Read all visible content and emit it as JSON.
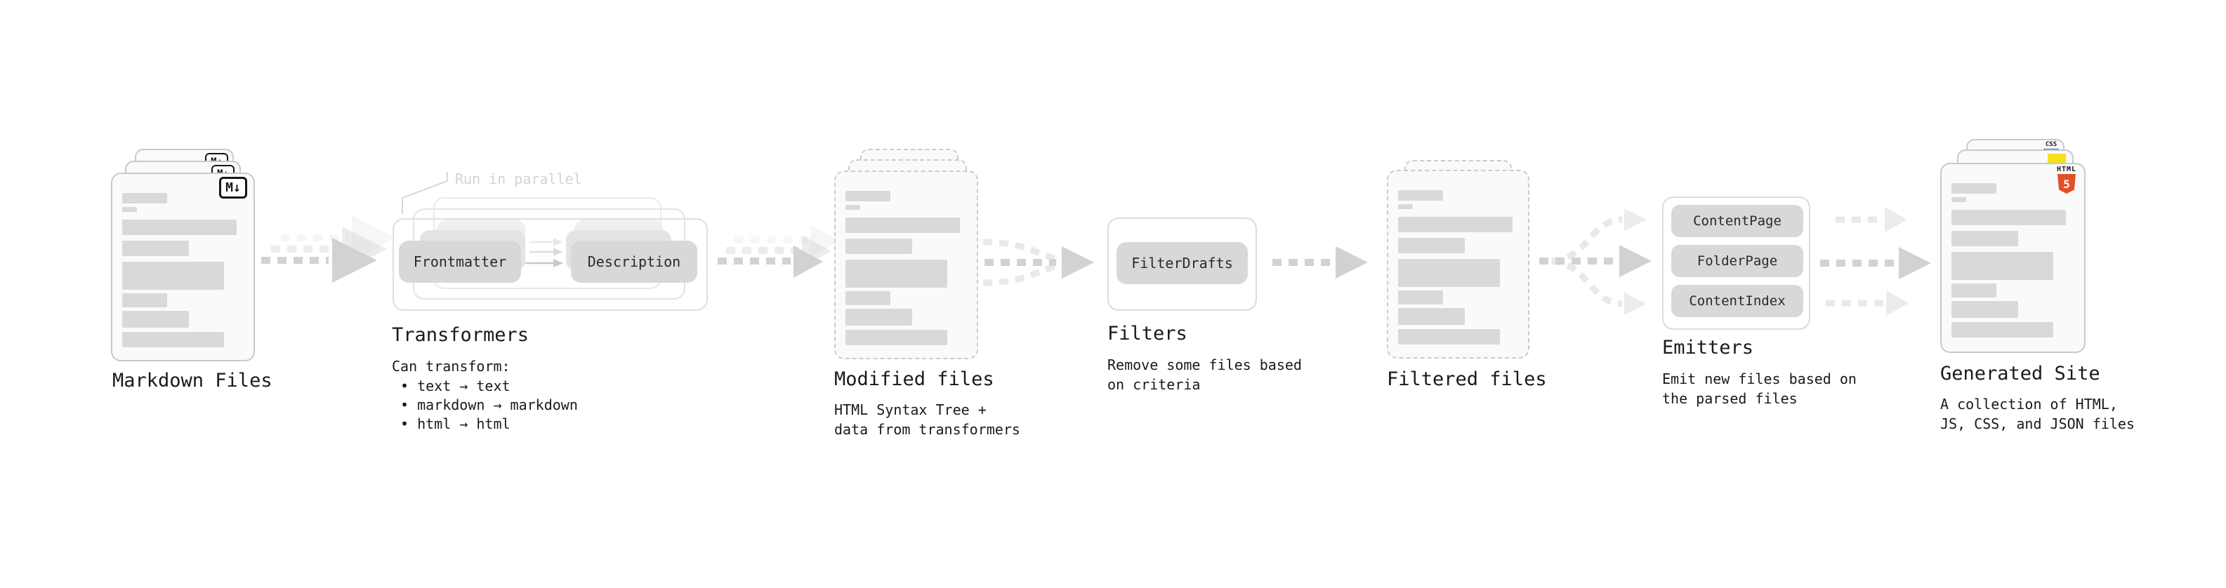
{
  "colors": {
    "html5_orange": "#e34f26",
    "js_yellow": "#f7df1e",
    "css_blue": "#2965f1",
    "arrow_gray": "#d2d2d2",
    "arrow_light_gray": "#ececec",
    "bar_gray": "#d9d9d9",
    "text": "#1a1a1a"
  },
  "nodes": {
    "markdown_files": {
      "label": "Markdown Files",
      "badge": "M↓"
    },
    "transformers": {
      "label": "Transformers",
      "annotation": "Run in parallel",
      "pill_left": "Frontmatter",
      "pill_right": "Description",
      "desc_title": "Can transform:",
      "bullets": [
        "• text → text",
        "• markdown → markdown",
        "• html → html"
      ]
    },
    "modified_files": {
      "label": "Modified files",
      "description": "HTML Syntax Tree +\ndata from transformers"
    },
    "filters": {
      "label": "Filters",
      "pill": "FilterDrafts",
      "description": "Remove some files based\non criteria"
    },
    "filtered_files": {
      "label": "Filtered files"
    },
    "emitters": {
      "label": "Emitters",
      "pills": [
        "ContentPage",
        "FolderPage",
        "ContentIndex"
      ],
      "description": "Emit new files based on\nthe parsed files"
    },
    "generated_site": {
      "label": "Generated Site",
      "description": "A collection of HTML,\nJS, CSS, and JSON files",
      "badge_css": "CSS",
      "badge_html_word": "HTML",
      "badge_html_number": "5"
    }
  }
}
